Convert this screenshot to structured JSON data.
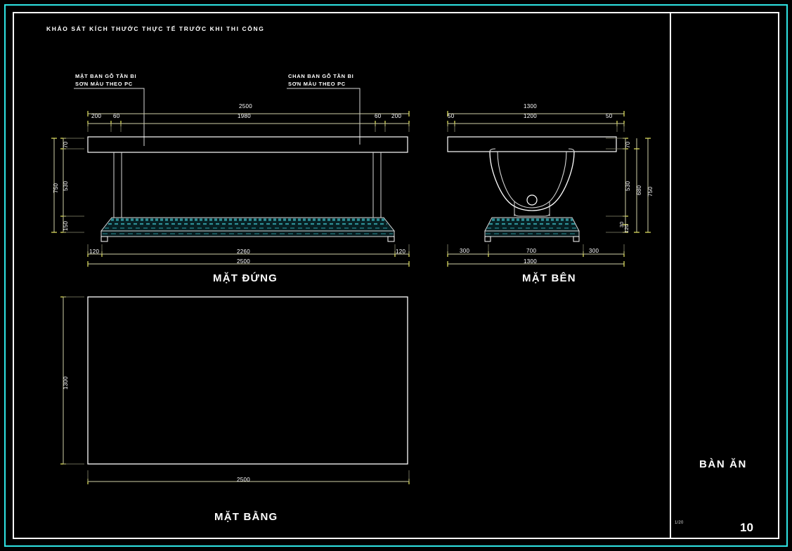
{
  "drawing": {
    "header_note": "KHẢO SÁT KÍCH THƯỚC THỰC TẾ TRƯỚC KHI THI CÔNG",
    "title_block": {
      "title": "BÀN ĂN",
      "sheet_number": "10",
      "scale": "1/20"
    },
    "colors": {
      "background": "#000000",
      "outer_border": "#2fe4e4",
      "inner_border": "#ffffff",
      "geometry": "#d8d8d8",
      "dimension": "#cfcfa8",
      "tick": "#e8e860",
      "hatch": "#2e8f96",
      "text": "#ffffff"
    }
  },
  "callouts": [
    {
      "id": "callout-table-top",
      "line1": "MẶT BAN GỖ TẦN BI",
      "line2": "SƠN MÀU THEO PC"
    },
    {
      "id": "callout-table-leg",
      "line1": "CHAN BAN GỖ TẦN BI",
      "line2": "SƠN MÀU THEO PC"
    }
  ],
  "views": [
    {
      "id": "elevation",
      "title": "MẶT ĐỨNG",
      "dimensions": {
        "top_overall": "2500",
        "top_chain": [
          "200",
          "60",
          "1980",
          "60",
          "200"
        ],
        "left_overall": "750",
        "left_chain": [
          "70",
          "530",
          "150"
        ],
        "bottom_chain": [
          "120",
          "2260",
          "120"
        ],
        "bottom_overall": "2500"
      }
    },
    {
      "id": "side",
      "title": "MẶT BÊN",
      "dimensions": {
        "top_overall": "1300",
        "top_chain": [
          "50",
          "1200",
          "50"
        ],
        "right_overall": "750",
        "right_chain": [
          "70",
          "530",
          "680"
        ],
        "right_small": [
          "30",
          "120"
        ],
        "bottom_chain": [
          "300",
          "700",
          "300"
        ],
        "bottom_overall": "1300"
      }
    },
    {
      "id": "plan",
      "title": "MẶT BẰNG",
      "dimensions": {
        "height": "1300",
        "width": "2500"
      }
    }
  ],
  "labels": {
    "elev_top_overall": "2500",
    "elev_top_1980": "1980",
    "elev_top_200_l": "200",
    "elev_top_60_l": "60",
    "elev_top_60_r": "60",
    "elev_top_200_r": "200",
    "elev_left_750": "750",
    "elev_left_70": "70",
    "elev_left_530": "530",
    "elev_left_150": "150",
    "elev_bot_120_l": "120",
    "elev_bot_2260": "2260",
    "elev_bot_120_r": "120",
    "elev_bot_2500": "2500",
    "side_top_1300": "1300",
    "side_top_1200": "1200",
    "side_top_50_l": "50",
    "side_top_50_r": "50",
    "side_right_70": "70",
    "side_right_530": "530",
    "side_right_680": "680",
    "side_right_750": "750",
    "side_right_30": "30",
    "side_right_120": "120",
    "side_bot_300_l": "300",
    "side_bot_700": "700",
    "side_bot_300_r": "300",
    "side_bot_1300": "1300",
    "plan_h_1300": "1300",
    "plan_w_2500": "2500"
  }
}
